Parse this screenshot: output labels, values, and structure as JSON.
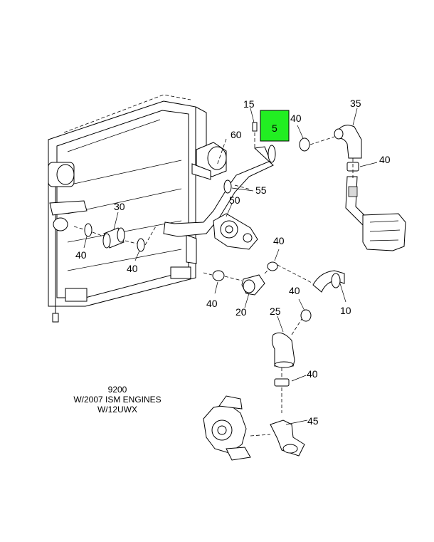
{
  "highlight_color": "#22ee22",
  "callouts": {
    "c15": "15",
    "c5": "5",
    "c40_top": "40",
    "c35": "35",
    "c60": "60",
    "c40_right": "40",
    "c55": "55",
    "c50": "50",
    "c30": "30",
    "c40_left_a": "40",
    "c40_left_b": "40",
    "c40_mid": "40",
    "c40_mid_b": "40",
    "c20": "20",
    "c40_r2": "40",
    "c10": "10",
    "c25": "25",
    "c40_lower": "40",
    "c45": "45"
  },
  "caption": {
    "line1": "9200",
    "line2": "W/2007 ISM ENGINES",
    "line3": "W/12UWX"
  }
}
